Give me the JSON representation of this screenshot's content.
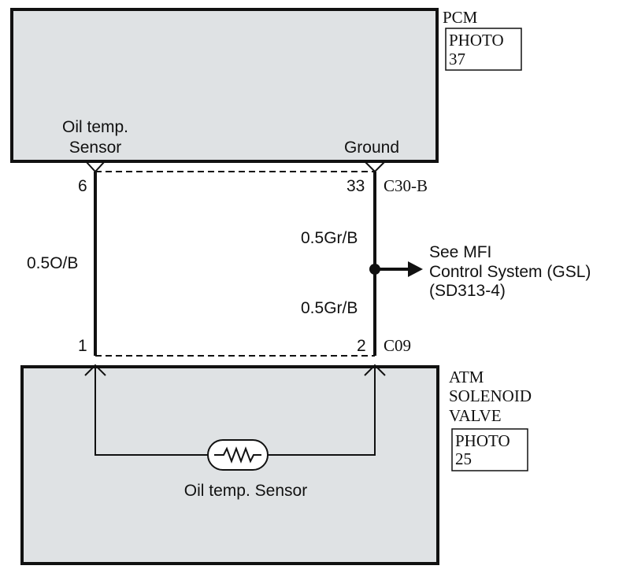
{
  "pcm": {
    "title": "PCM",
    "photo_label": "PHOTO",
    "photo_number": "37",
    "pins": {
      "left_label_line1": "Oil temp.",
      "left_label_line2": "Sensor",
      "right_label": "Ground",
      "left_pin": "6",
      "right_pin": "33"
    },
    "connector": "C30-B"
  },
  "wires": {
    "left_wire": "0.5O/B",
    "right_wire_top": "0.5Gr/B",
    "right_wire_bottom": "0.5Gr/B"
  },
  "reference": {
    "line1": "See MFI",
    "line2": "Control System (GSL)",
    "line3": "(SD313-4)"
  },
  "solenoid": {
    "title_line1": "ATM",
    "title_line2": "SOLENOID",
    "title_line3": "VALVE",
    "photo_label": "PHOTO",
    "photo_number": "25",
    "left_pin": "1",
    "right_pin": "2",
    "connector": "C09",
    "sensor_label": "Oil temp. Sensor"
  },
  "colors": {
    "box_fill": "#dfe2e4",
    "line": "#111111"
  }
}
